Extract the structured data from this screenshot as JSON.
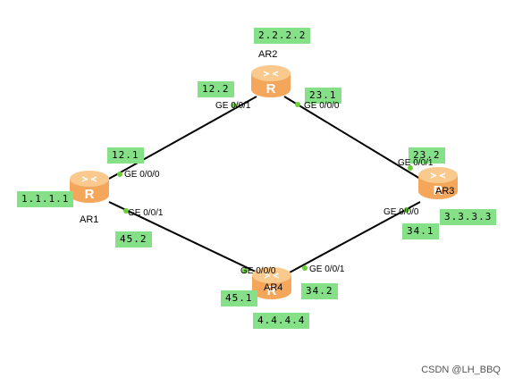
{
  "routers": {
    "ar1": {
      "name": "AR1",
      "loopback": "1.1.1.1"
    },
    "ar2": {
      "name": "AR2",
      "loopback": "2.2.2.2"
    },
    "ar3": {
      "name": "AR3",
      "loopback": "3.3.3.3"
    },
    "ar4": {
      "name": "AR4",
      "loopback": "4.4.4.4"
    }
  },
  "links": {
    "ar1_ar2": {
      "ar1_port": "GE 0/0/0",
      "ar1_ip": "12.1",
      "ar2_port": "GE 0/0/1",
      "ar2_ip": "12.2"
    },
    "ar2_ar3": {
      "ar2_port": "GE 0/0/0",
      "ar2_ip": "23.1",
      "ar3_port": "GE 0/0/1",
      "ar3_ip": "23.2"
    },
    "ar3_ar4": {
      "ar3_port": "GE 0/0/0",
      "ar3_ip": "34.1",
      "ar4_port": "GE 0/0/1",
      "ar4_ip": "34.2"
    },
    "ar1_ar4": {
      "ar1_port": "GE 0/0/1",
      "ar1_ip": "45.2",
      "ar4_port": "GE 0/0/0",
      "ar4_ip": "45.1"
    }
  },
  "colors": {
    "label_bg": "#86e088",
    "router_body": "#f4a65a",
    "router_top": "#f9c98e",
    "link": "#000000",
    "port_dot": "#6ccf3a"
  },
  "icons": {
    "router": "router-icon"
  },
  "watermark": "CSDN @LH_BBQ"
}
